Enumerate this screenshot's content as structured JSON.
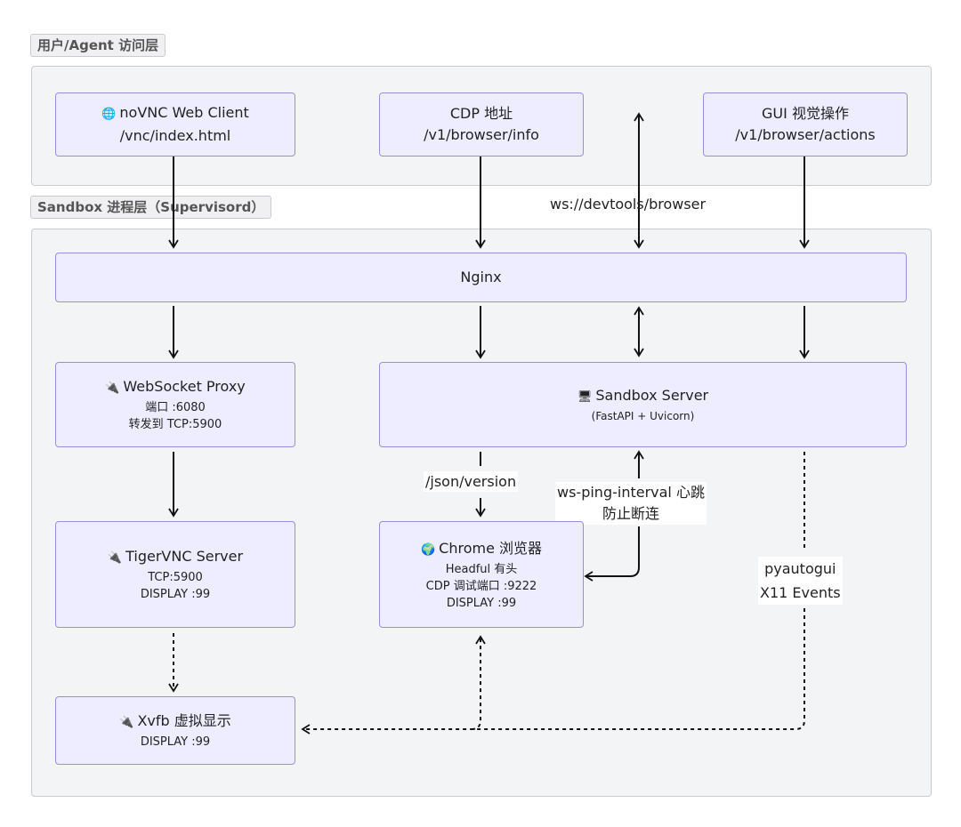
{
  "groups": {
    "access_layer": "用户/Agent 访问层",
    "sandbox_layer": "Sandbox 进程层（Supervisord）"
  },
  "nodes": {
    "novnc": {
      "icon": "globe-icon",
      "title": "noVNC Web Client",
      "path": "/vnc/index.html"
    },
    "cdp_addr": {
      "title": "CDP 地址",
      "path": "/v1/browser/info"
    },
    "gui_ops": {
      "title": "GUI 视觉操作",
      "path": "/v1/browser/actions"
    },
    "nginx": {
      "title": "Nginx"
    },
    "ws_proxy": {
      "icon": "plug-icon",
      "title": "WebSocket Proxy",
      "line1": "端口 :6080",
      "line2": "转发到 TCP:5900"
    },
    "sandbox_server": {
      "icon": "monitor-icon",
      "title": "Sandbox Server",
      "line1": "(FastAPI + Uvicorn)"
    },
    "tigervnc": {
      "icon": "plug-icon",
      "title": "TigerVNC Server",
      "line1": "TCP:5900",
      "line2": "DISPLAY :99"
    },
    "chrome": {
      "icon": "earth-icon",
      "title": "Chrome 浏览器",
      "line1": "Headful 有头",
      "line2": "CDP 调试端口 :9222",
      "line3": "DISPLAY :99"
    },
    "xvfb": {
      "icon": "plug-icon",
      "title": "Xvfb 虚拟显示",
      "line1": "DISPLAY :99"
    }
  },
  "edge_labels": {
    "ws_devtools": "ws://devtools/browser",
    "json_version": "/json/version",
    "heartbeat_1": "ws-ping-interval 心跳",
    "heartbeat_2": "防止断连",
    "pyautogui_1": "pyautogui",
    "pyautogui_2": "X11 Events"
  },
  "icons": {
    "globe-icon": "🌐",
    "plug-icon": "🔌",
    "monitor-icon": "🖥",
    "earth-icon": "🌍"
  }
}
